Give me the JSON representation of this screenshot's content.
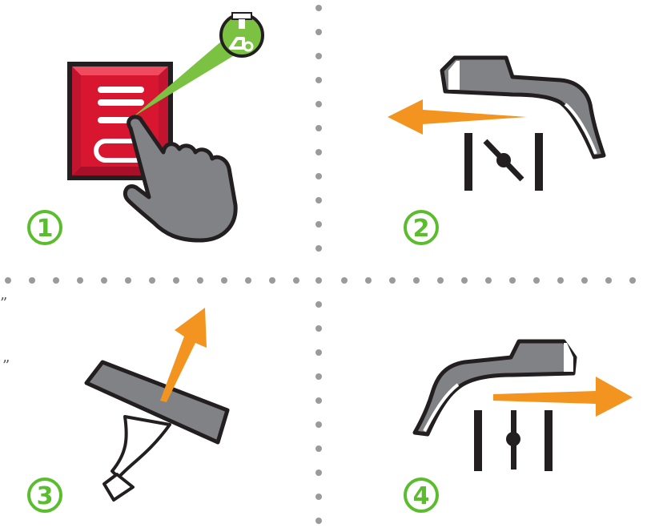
{
  "steps": [
    {
      "number": "1"
    },
    {
      "number": "2"
    },
    {
      "number": "3"
    },
    {
      "number": "4"
    }
  ],
  "margin_marks": [
    "”",
    "”"
  ],
  "colors": {
    "step_number_green": "#5bbd2e",
    "arrow_orange": "#f39420",
    "panel_red": "#e21837",
    "beam_green": "#7cc242",
    "part_gray": "#808285",
    "outline": "#231f20",
    "divider_dots": "#9a9a9a"
  },
  "icons": [
    "app-lock-icon",
    "pointing-hand-icon",
    "door-handle-icon",
    "lock-open-icon",
    "lock-closed-icon",
    "tilt-arrow-icon"
  ]
}
